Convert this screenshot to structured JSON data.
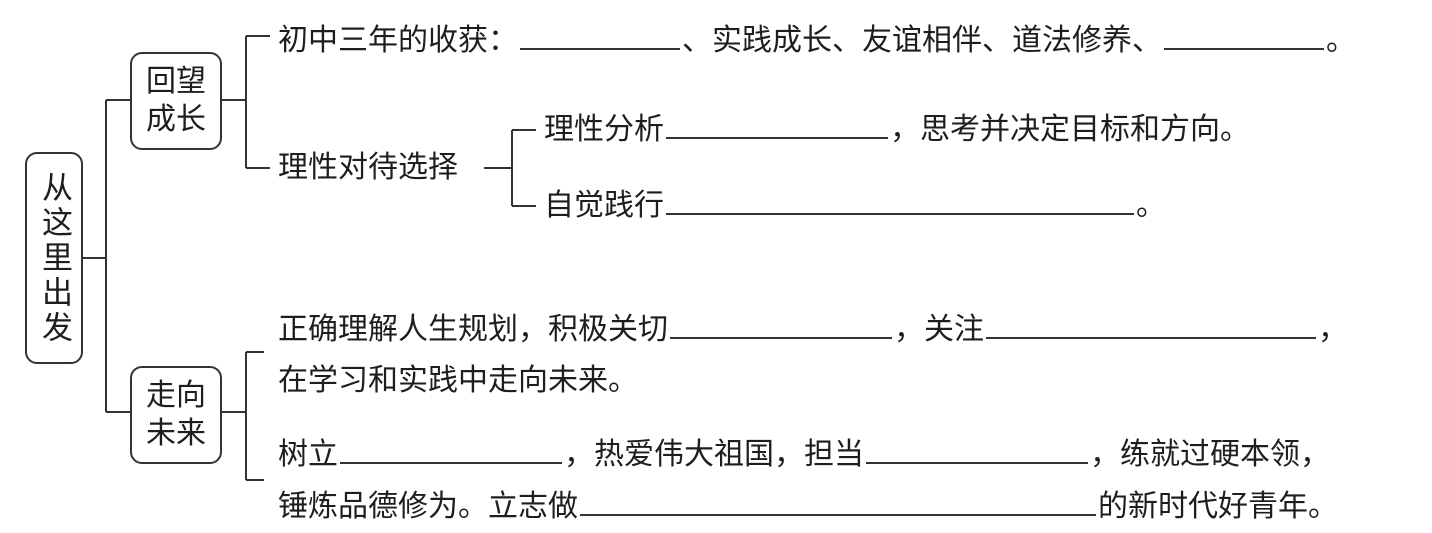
{
  "root": {
    "label": "从这里出发"
  },
  "branch1": {
    "label_l1": "回望",
    "label_l2": "成长",
    "row1": {
      "prefix": "初中三年的收获：",
      "middle": "、实践成长、友谊相伴、道法修养、",
      "end": "。"
    },
    "row2": {
      "label": "理性对待选择"
    },
    "sub1": {
      "prefix": "理性分析",
      "suffix": "，思考并决定目标和方向。"
    },
    "sub2": {
      "prefix": "自觉践行",
      "suffix": "。"
    }
  },
  "branch2": {
    "label_l1": "走向",
    "label_l2": "未来",
    "p1": {
      "a": "正确理解人生规划，积极关切",
      "b": "，关注",
      "c": "，",
      "line2": "在学习和实践中走向未来。"
    },
    "p2": {
      "a": "树立",
      "b": "，热爱伟大祖国，担当",
      "c": "，练就过硬本领，",
      "d": "锤炼品德修为。立志做",
      "e": "的新时代好青年。"
    }
  }
}
